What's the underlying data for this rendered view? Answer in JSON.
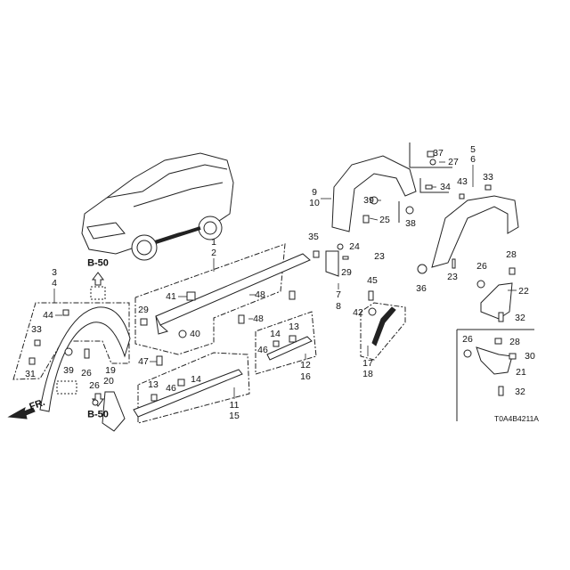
{
  "diagram": {
    "ref_labels": [
      "B-50",
      "B-50"
    ],
    "front_arrow": "FR.",
    "diagram_code": "T0A4B4211A",
    "part_numbers": [
      "1",
      "2",
      "3",
      "4",
      "44",
      "33",
      "31",
      "39",
      "26",
      "19",
      "20",
      "26",
      "41",
      "29",
      "40",
      "48",
      "48",
      "47",
      "13",
      "46",
      "14",
      "11",
      "15",
      "14",
      "46",
      "13",
      "12",
      "16",
      "35",
      "24",
      "23",
      "29",
      "7",
      "8",
      "9",
      "10",
      "39",
      "25",
      "38",
      "37",
      "27",
      "34",
      "5",
      "6",
      "43",
      "33",
      "36",
      "23",
      "26",
      "28",
      "22",
      "32",
      "45",
      "42",
      "17",
      "18",
      "26",
      "28",
      "30",
      "21",
      "32"
    ]
  },
  "colors": {
    "line": "#222222",
    "background": "#ffffff"
  }
}
